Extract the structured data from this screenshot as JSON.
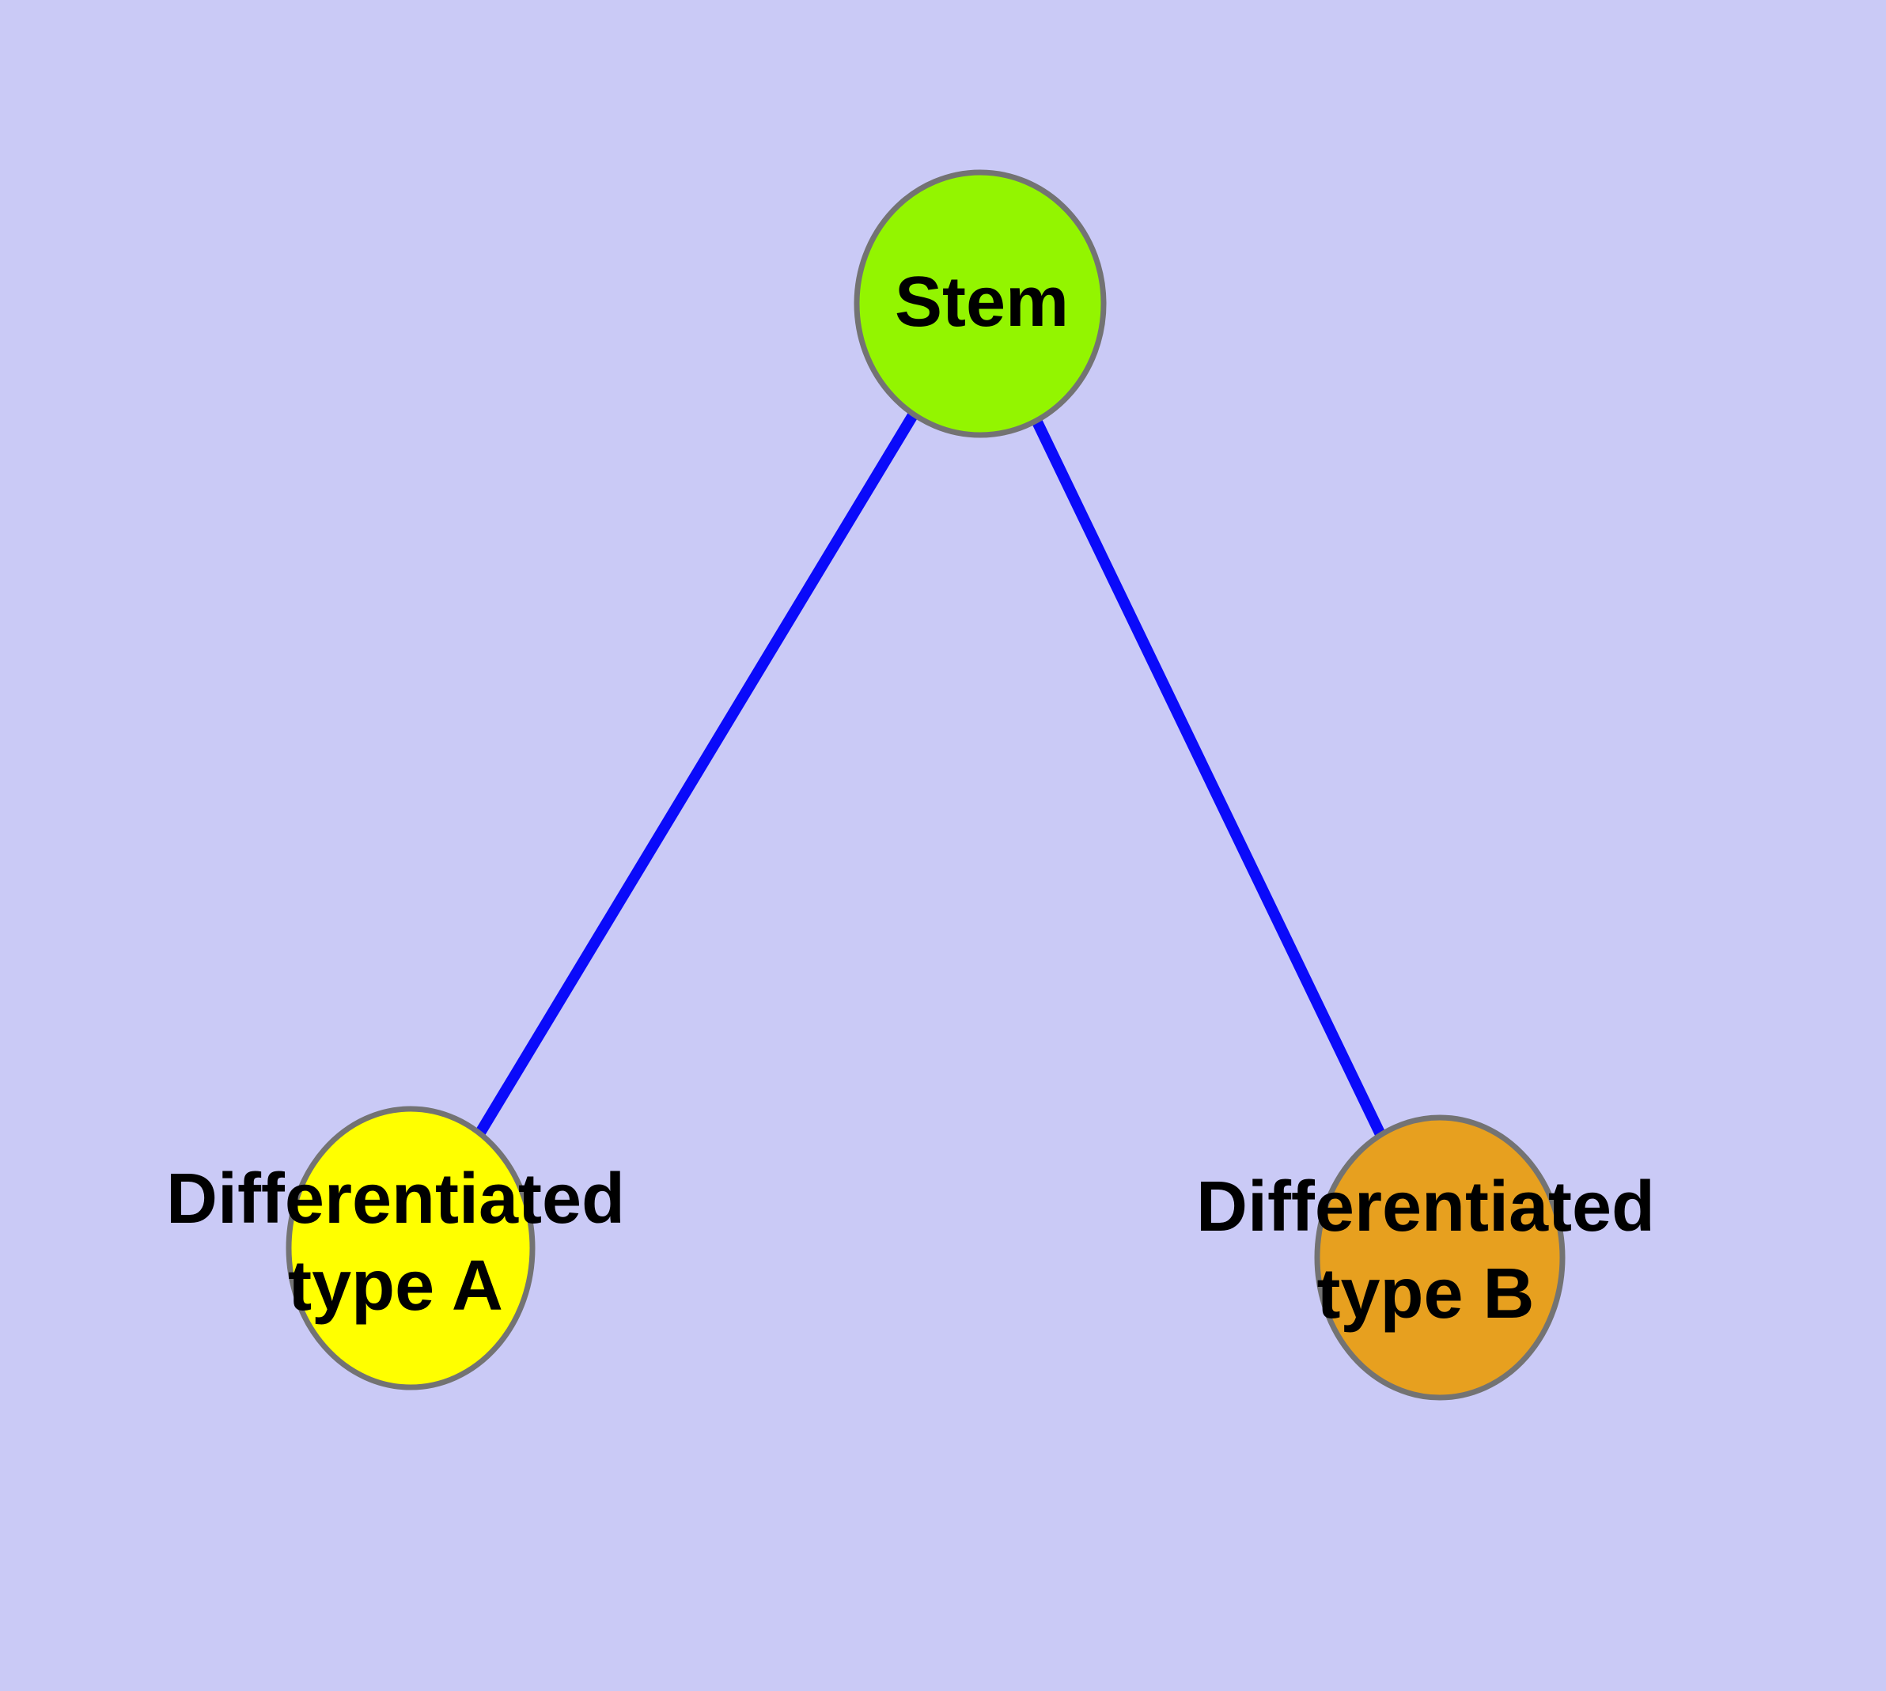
{
  "diagram": {
    "background_color": "#cacaf6",
    "edge_color": "#0a0afa",
    "node_border_color": "#737373",
    "nodes": [
      {
        "id": "stem",
        "label": "Stem",
        "fill": "#93f500"
      },
      {
        "id": "differentiated-type-a",
        "label_line1": "Differentiated",
        "label_line2": "type A",
        "fill": "#ffff00"
      },
      {
        "id": "differentiated-type-b",
        "label_line1": "Differentiated",
        "label_line2": "type B",
        "fill": "#e7a01f"
      }
    ],
    "edges": [
      {
        "from": "stem",
        "to": "differentiated-type-a"
      },
      {
        "from": "stem",
        "to": "differentiated-type-b"
      }
    ]
  }
}
